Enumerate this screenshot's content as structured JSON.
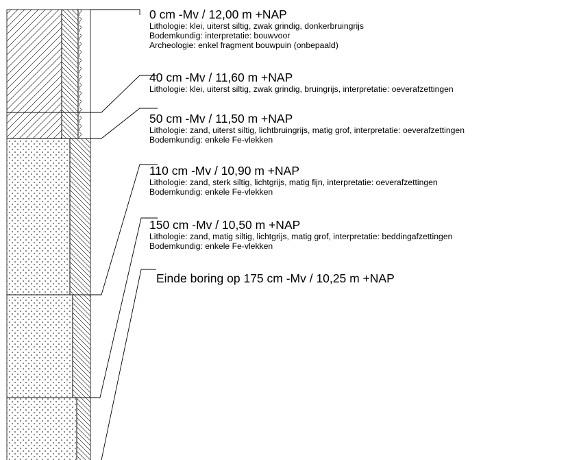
{
  "boring_log": {
    "layers": [
      {
        "depth_label": "0 cm -Mv / 12,00 m +NAP",
        "lines": [
          "Lithologie: klei, uiterst siltig, zwak grindig, donkerbruingrijs",
          "Bodemkundig: interpretatie: bouwvoor",
          "Archeologie: enkel fragment bouwpuin (onbepaald)"
        ]
      },
      {
        "depth_label": "40 cm -Mv / 11,60 m +NAP",
        "lines": [
          "Lithologie: klei, uiterst siltig, zwak grindig, bruingrijs, interpretatie: oeverafzettingen"
        ]
      },
      {
        "depth_label": "50 cm -Mv / 11,50 m +NAP",
        "lines": [
          "Lithologie: zand, uiterst siltig, lichtbruingrijs, matig grof, interpretatie: oeverafzettingen",
          "Bodemkundig: enkele Fe-vlekken"
        ]
      },
      {
        "depth_label": "110 cm -Mv / 10,90 m +NAP",
        "lines": [
          "Lithologie: zand, sterk siltig, lichtgrijs, matig fijn, interpretatie: oeverafzettingen",
          "Bodemkundig: enkele Fe-vlekken"
        ]
      },
      {
        "depth_label": "150 cm -Mv / 10,50 m +NAP",
        "lines": [
          "Lithologie: zand, matig siltig, lichtgrijs, matig grof, interpretatie: beddingafzettingen",
          "Bodemkundig: enkele Fe-vlekken"
        ]
      }
    ],
    "end_label": "Einde boring op 175 cm -Mv / 10,25 m +NAP"
  }
}
